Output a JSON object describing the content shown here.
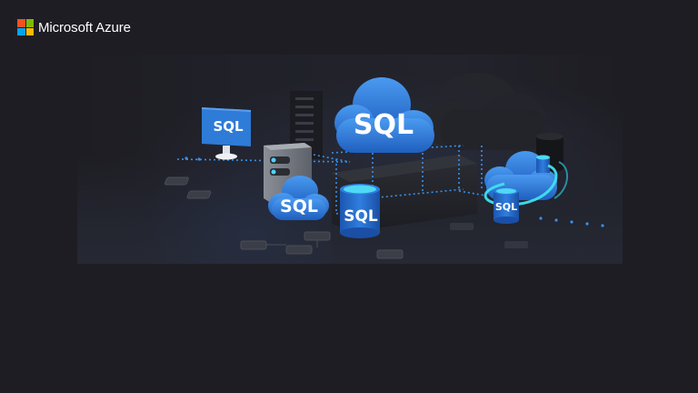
{
  "brand": {
    "name": "Microsoft Azure",
    "logo_colors": [
      "#f25022",
      "#7fba00",
      "#00a4ef",
      "#ffb900"
    ]
  },
  "hero": {
    "alt": "Azure SQL illustration",
    "labels": {
      "monitor": "SQL",
      "main_cloud": "SQL",
      "small_cloud": "SQL",
      "database": "SQL",
      "managed_db": "SQL"
    },
    "colors": {
      "background": "#1e1d23",
      "sql_blue": "#2e7bd8",
      "glow_cyan": "#3fe0f0",
      "dot_blue": "#3a8fe8"
    }
  }
}
